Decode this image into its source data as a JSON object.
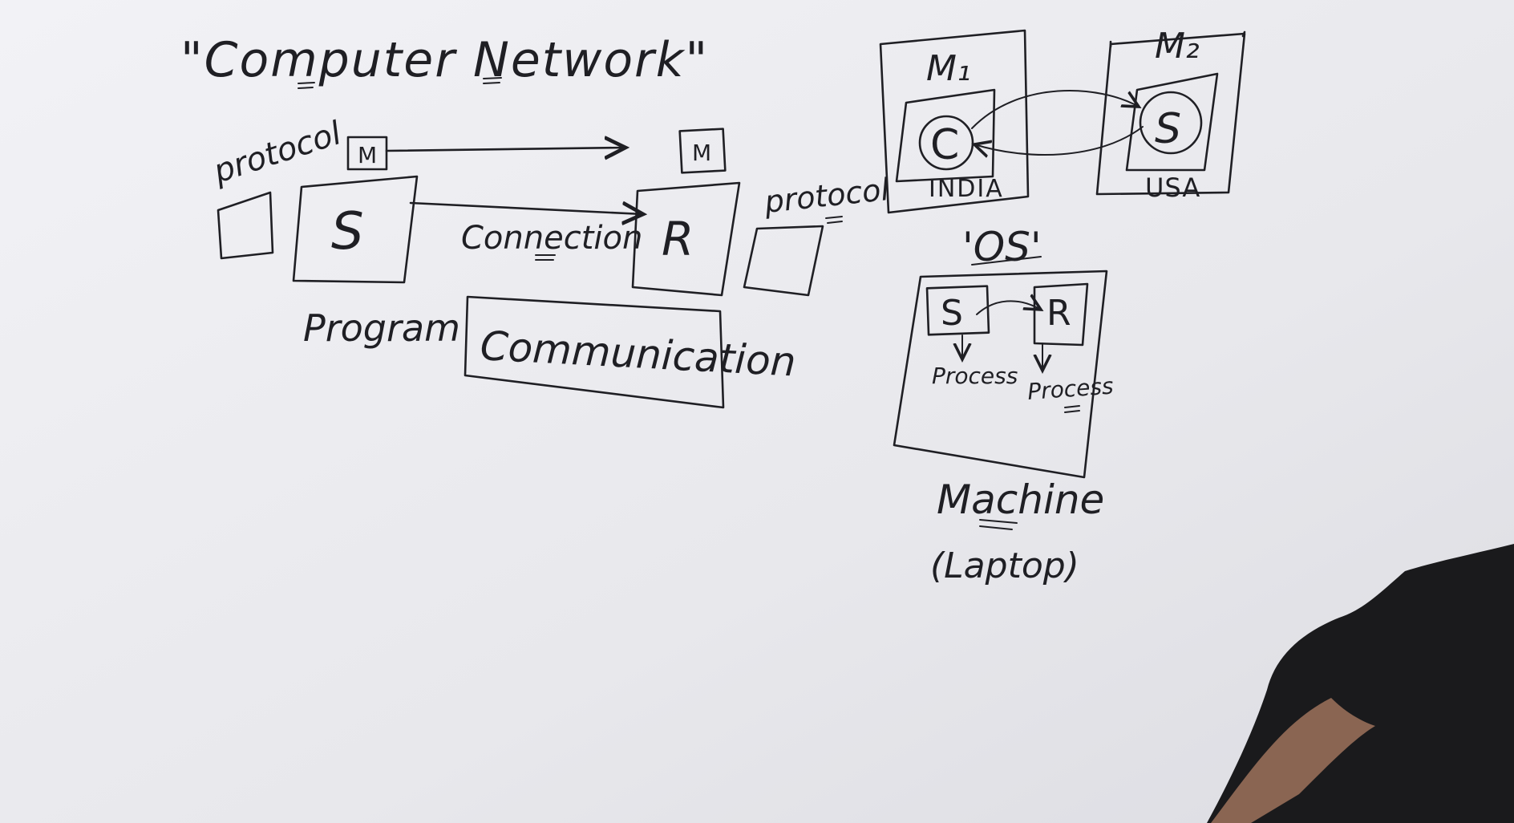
{
  "board": {
    "title": "\"Computer Network\"",
    "left": {
      "protocol_label": "protocol",
      "message_left": "M",
      "message_right": "M",
      "sender": "S",
      "receiver": "R",
      "connection": "Connection",
      "program": "Program",
      "communication": "Communication",
      "protocol_right": "protocol"
    },
    "right": {
      "machine1": "M₁",
      "machine2": "M₂",
      "client": "C",
      "server": "S",
      "india": "INDIA",
      "usa": "USA",
      "os": "'OS'",
      "sender": "S",
      "receiver": "R",
      "process_left": "Process",
      "process_right": "Process",
      "machine": "Machine",
      "laptop": "(Laptop)"
    }
  }
}
